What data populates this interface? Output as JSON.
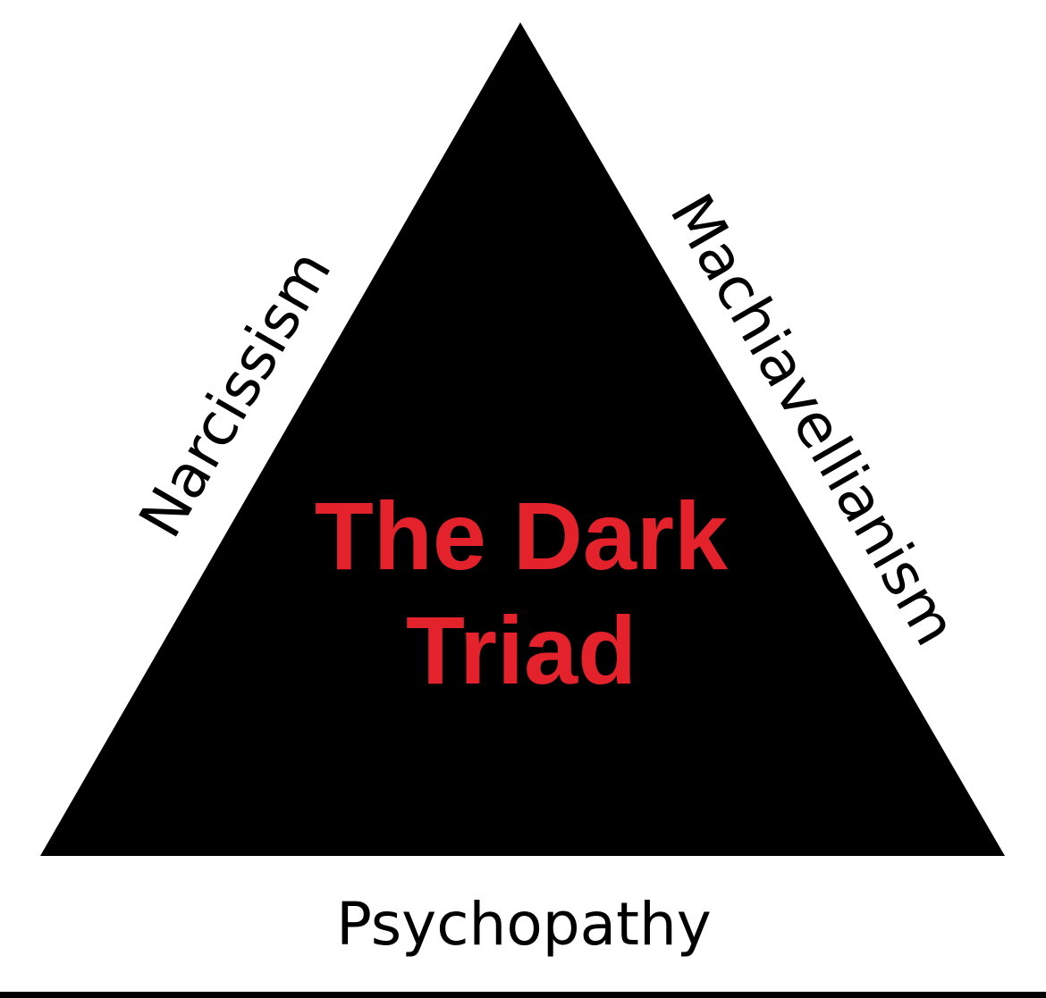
{
  "diagram": {
    "title_line1": "The Dark",
    "title_line2": "Triad",
    "left_side_label": "Narcissism",
    "right_side_label": "Machiavellianism",
    "bottom_label": "Psychopathy"
  },
  "colors": {
    "background": "#ffffff",
    "triangle_fill": "#000000",
    "title_color": "#e3222b",
    "label_color": "#000000",
    "footer_rule": "#000000"
  }
}
